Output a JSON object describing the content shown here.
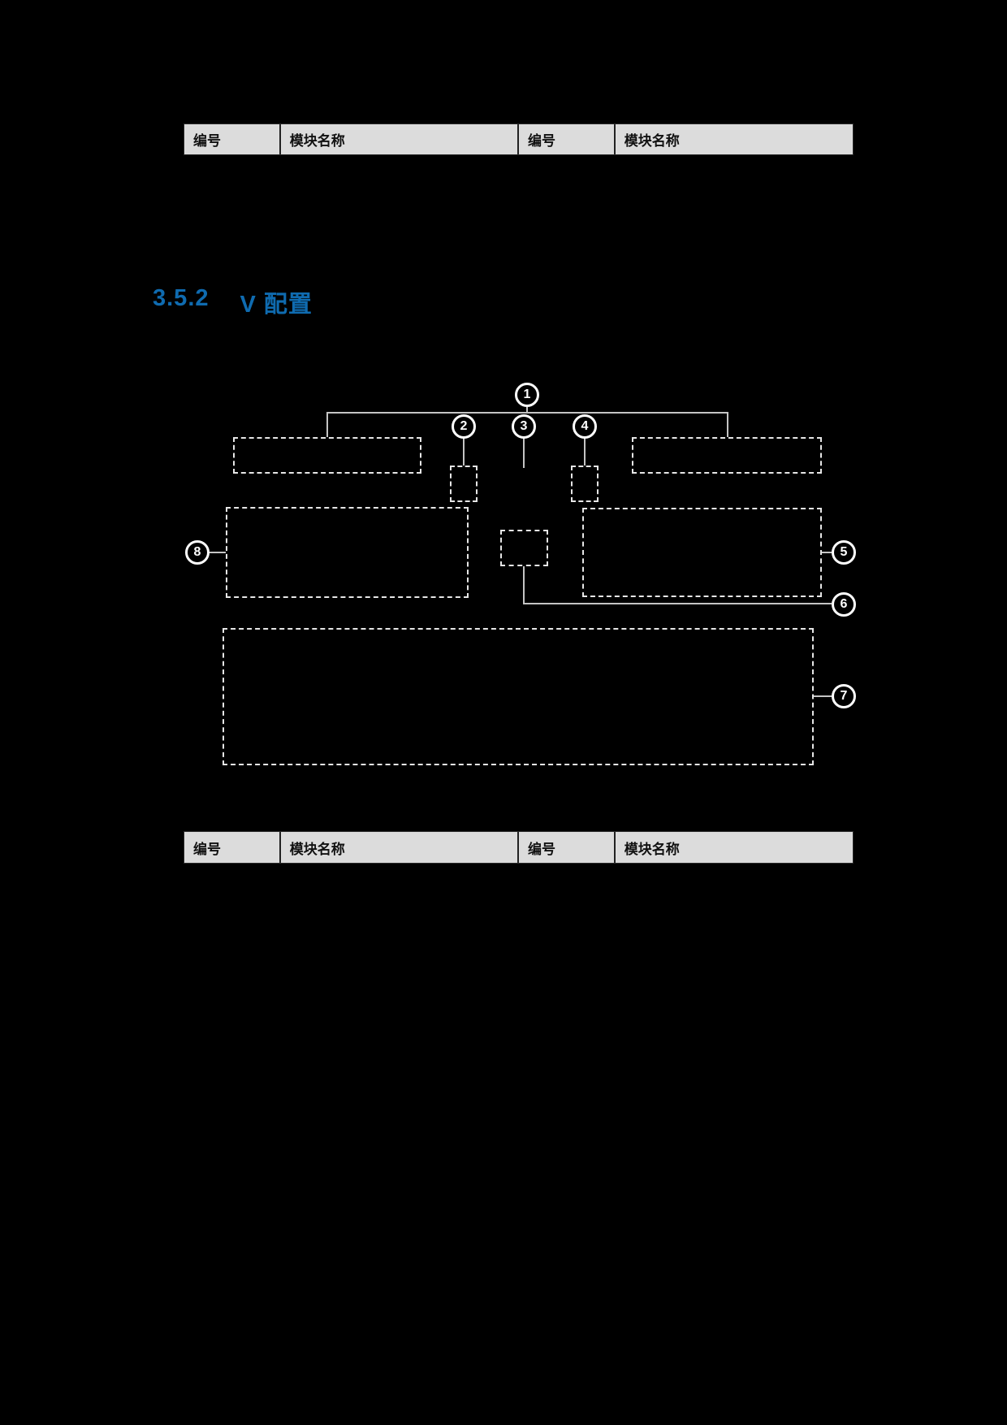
{
  "page": {
    "background": "#000000"
  },
  "section_heading": {
    "number": "3.5.2",
    "title": "V 配置",
    "color": "#0f6bb0"
  },
  "top_table": {
    "headers": [
      "编号",
      "模块名称",
      "编号",
      "模块名称"
    ],
    "header_bg": "#dcdcdc",
    "header_text_color": "#111111"
  },
  "bottom_table": {
    "headers": [
      "编号",
      "模块名称",
      "编号",
      "模块名称"
    ],
    "header_bg": "#dcdcdc",
    "header_text_color": "#111111"
  },
  "diagram": {
    "line_color": "#c4c4c4",
    "dash_color": "#e6e6e6",
    "callouts": [
      "1",
      "2",
      "3",
      "4",
      "5",
      "6",
      "7",
      "8"
    ]
  }
}
